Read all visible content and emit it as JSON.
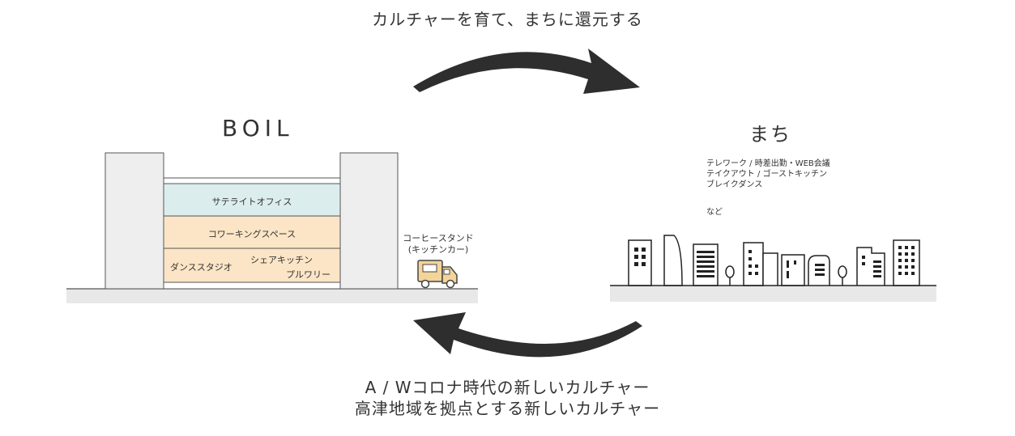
{
  "top_caption": "カルチャーを育て、まちに還元する",
  "boil": {
    "title": "BOIL",
    "floors": {
      "satellite": "サテライトオフィス",
      "coworking": "コワーキングスペース",
      "dance": "ダンススタジオ",
      "kitchen": "シェアキッチン",
      "pulwoori": "プルワリー"
    },
    "stand_line1": "コーヒースタンド",
    "stand_line2": "(キッチンカー)"
  },
  "machi": {
    "title": "まち",
    "items": [
      "テレワーク / 時差出勤・WEB会議",
      "テイクアウト / ゴーストキッチン",
      "ブレイクダンス"
    ],
    "etc": "など"
  },
  "bottom_caption": {
    "line1": "A / Wコロナ時代の新しいカルチャー",
    "line2": "高津地域を拠点とする新しいカルチャー"
  },
  "colors": {
    "satellite_fill": "#dcedee",
    "coworking_fill": "#fbe5c6",
    "studio_fill": "#fbe5c6",
    "tower_fill": "#eeeeee",
    "ground_fill": "#e8e8e8",
    "arrow": "#2e2e2e"
  }
}
